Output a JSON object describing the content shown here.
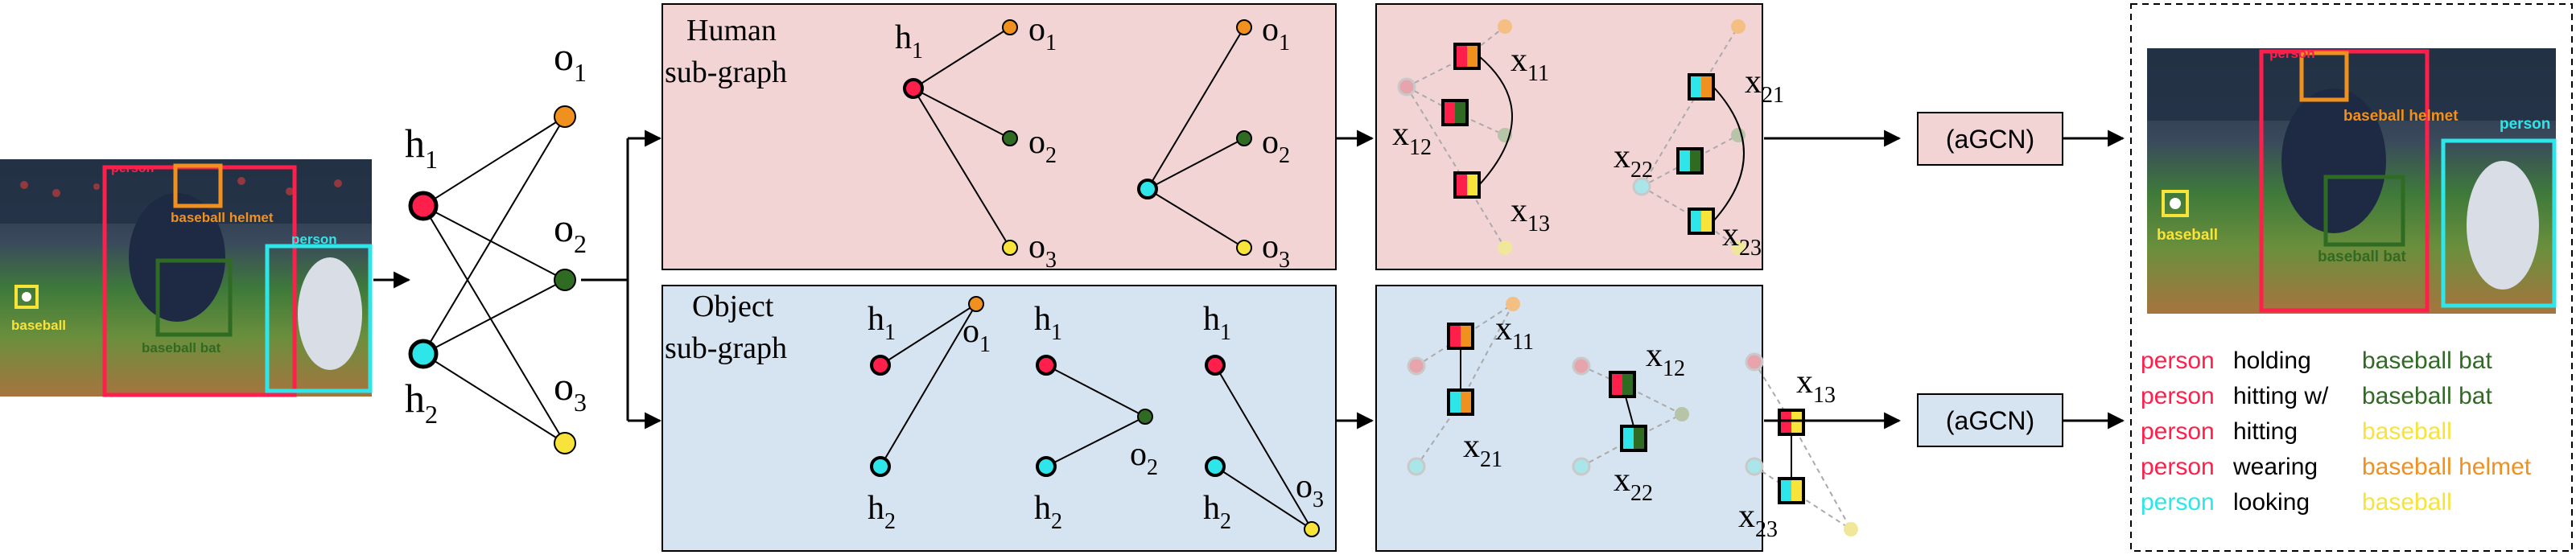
{
  "colors": {
    "human_panel": "#f2d4d5",
    "object_panel": "#d6e3f0",
    "person_red": "#ff1f4b",
    "person_cyan": "#2ee6ea",
    "orange": "#f0901e",
    "green": "#2f6b22",
    "yellow": "#f7e33a",
    "faded_dot": "#c9c9c9"
  },
  "input_image": {
    "labels": {
      "person1": "person",
      "helmet": "baseball helmet",
      "person2": "person",
      "baseball": "baseball",
      "bat": "baseball bat"
    }
  },
  "graph": {
    "h1": "h",
    "h1_sub": "1",
    "h2": "h",
    "h2_sub": "2",
    "o1": "o",
    "o1_sub": "1",
    "o2": "o",
    "o2_sub": "2",
    "o3": "o",
    "o3_sub": "3"
  },
  "human_panel": {
    "title_line1": "Human",
    "title_line2": "sub-graph"
  },
  "object_panel": {
    "title_line1": "Object",
    "title_line2": "sub-graph"
  },
  "edge_nodes": {
    "x": "x",
    "x11": "11",
    "x12": "12",
    "x13": "13",
    "x21": "21",
    "x22": "22",
    "x23": "23"
  },
  "agcn_top": "(aGCN)",
  "agcn_bottom": "(aGCN)",
  "output": {
    "labels": {
      "person1": "person",
      "helmet": "baseball helmet",
      "person2": "person",
      "baseball": "baseball",
      "bat": "baseball bat"
    },
    "triplets": [
      {
        "subject": "person",
        "predicate": "holding",
        "object": "baseball bat",
        "subject_color": "#ff1f4b",
        "object_color": "#2f6b22"
      },
      {
        "subject": "person",
        "predicate": "hitting w/",
        "object": "baseball bat",
        "subject_color": "#ff1f4b",
        "object_color": "#2f6b22"
      },
      {
        "subject": "person",
        "predicate": "hitting",
        "object": "baseball",
        "subject_color": "#ff1f4b",
        "object_color": "#f7e33a"
      },
      {
        "subject": "person",
        "predicate": "wearing",
        "object": "baseball helmet",
        "subject_color": "#ff1f4b",
        "object_color": "#f0901e"
      },
      {
        "subject": "person",
        "predicate": "looking",
        "object": "baseball",
        "subject_color": "#2ee6ea",
        "object_color": "#f7e33a"
      }
    ]
  }
}
